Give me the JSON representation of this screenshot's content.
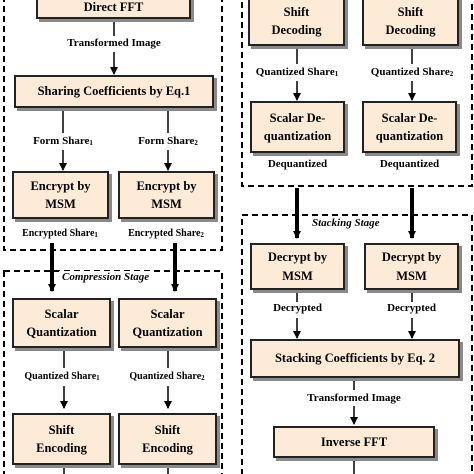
{
  "left_column": {
    "direct_fft": "Direct FFT",
    "transformed_image": "Transformed Image",
    "sharing_coefficients": "Sharing Coefficients by Eq.1",
    "form_share_1": {
      "text": "Form Share",
      "sub": "1"
    },
    "form_share_2": {
      "text": "Form Share",
      "sub": "2"
    },
    "encrypt_msm_1": "Encrypt by\nMSM",
    "encrypt_msm_2": "Encrypt by\nMSM",
    "encrypted_share_1": {
      "text": "Encrypted Share",
      "sub": "1"
    },
    "encrypted_share_2": {
      "text": "Encrypted Share",
      "sub": "2"
    },
    "compression_stage": "Compression Stage",
    "scalar_quantization_1": "Scalar\nQuantization",
    "scalar_quantization_2": "Scalar\nQuantization",
    "quantized_share_1": {
      "text": "Quantized Share",
      "sub": "1"
    },
    "quantized_share_2": {
      "text": "Quantized Share",
      "sub": "2"
    },
    "shift_encoding_1": "Shift\nEncoding",
    "shift_encoding_2": "Shift\nEncoding"
  },
  "right_column": {
    "shift_decoding_1": "Shift\nDecoding",
    "shift_decoding_2": "Shift\nDecoding",
    "quantized_share_1": {
      "text": "Quantized Share",
      "sub": "1"
    },
    "quantized_share_2": {
      "text": "Quantized Share",
      "sub": "2"
    },
    "scalar_dequantization_1": "Scalar De-\nquantization",
    "scalar_dequantization_2": "Scalar De-\nquantization",
    "dequantized_1": "Dequantized",
    "dequantized_2": "Dequantized",
    "stacking_stage": "Stacking Stage",
    "decrypt_msm_1": "Decrypt by\nMSM",
    "decrypt_msm_2": "Decrypt by\nMSM",
    "decrypted_1": "Decrypted",
    "decrypted_2": "Decrypted",
    "stacking_coefficients": "Stacking Coefficients by Eq. 2",
    "transformed_image": "Transformed Image",
    "inverse_fft": "Inverse FFT"
  },
  "colors": {
    "box_fill": "#fdebd8",
    "box_border": "#222222",
    "box_shadow": "#8a8a8a",
    "dashed_border": "#000000",
    "arrow": "#000000"
  }
}
